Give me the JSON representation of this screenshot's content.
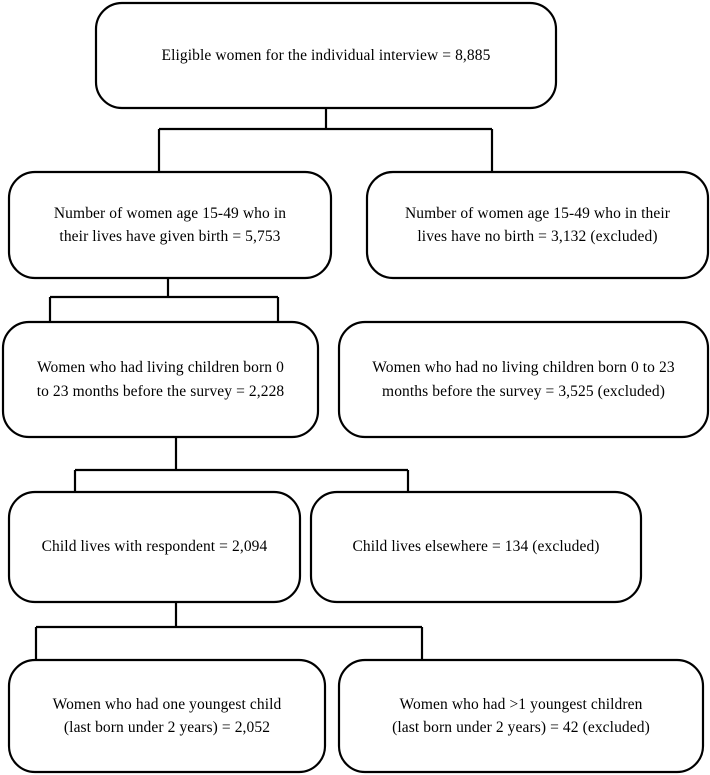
{
  "diagram": {
    "title": "Study participant selection flowchart",
    "type": "flowchart",
    "orientation": "top-to-bottom",
    "box_style": "rounded-rectangle",
    "stroke_color": "#000000",
    "fill_color": "#ffffff",
    "text_color": "#000000"
  },
  "nodes": {
    "eligible_women": {
      "label": "Eligible women for the individual interview = 8,885",
      "lines": [
        "Eligible women for the individual interview = 8,885"
      ],
      "value": 8885,
      "level": 1,
      "branch": "root",
      "excluded": false
    },
    "given_birth": {
      "label": "Number of women age 15-49 who in their lives have given birth = 5,753",
      "lines": [
        "Number of women age 15-49 who in",
        "their lives have given birth = 5,753"
      ],
      "value": 5753,
      "level": 2,
      "branch": "included",
      "excluded": false
    },
    "no_birth": {
      "label": "Number of women age 15-49 who in their lives have no birth = 3,132 (excluded)",
      "lines": [
        "Number of women age 15-49 who in their",
        "lives have no birth = 3,132 (excluded)"
      ],
      "value": 3132,
      "level": 2,
      "branch": "excluded",
      "excluded": true
    },
    "living_children": {
      "label": "Women who had living children born 0 to 23 months before the survey = 2,228",
      "lines": [
        "Women who had living children born 0",
        "to 23 months before the survey = 2,228"
      ],
      "value": 2228,
      "level": 3,
      "branch": "included",
      "excluded": false
    },
    "no_living_children": {
      "label": "Women who had no living children born 0 to 23 months before the survey = 3,525 (excluded)",
      "lines": [
        "Women who had no living children born 0 to 23",
        "months before the survey = 3,525 (excluded)"
      ],
      "value": 3525,
      "level": 3,
      "branch": "excluded",
      "excluded": true
    },
    "child_with_respondent": {
      "label": "Child lives with respondent = 2,094",
      "lines": [
        "Child lives with respondent = 2,094"
      ],
      "value": 2094,
      "level": 4,
      "branch": "included",
      "excluded": false
    },
    "child_elsewhere": {
      "label": "Child lives elsewhere = 134 (excluded)",
      "lines": [
        "Child lives elsewhere = 134 (excluded)"
      ],
      "value": 134,
      "level": 4,
      "branch": "excluded",
      "excluded": true
    },
    "one_youngest_child": {
      "label": "Women who had one youngest child (last born under 2 years) = 2,052",
      "lines": [
        "Women who had one youngest child",
        "(last born under 2 years) = 2,052"
      ],
      "value": 2052,
      "level": 5,
      "branch": "included",
      "excluded": false
    },
    "multiple_youngest_children": {
      "label": "Women who had >1 youngest children (last born under 2 years) = 42 (excluded)",
      "lines": [
        "Women who had >1 youngest children",
        "(last born under 2 years) = 42 (excluded)"
      ],
      "value": 42,
      "level": 5,
      "branch": "excluded",
      "excluded": true
    }
  },
  "edges": [
    {
      "from": "eligible_women",
      "to": "given_birth"
    },
    {
      "from": "eligible_women",
      "to": "no_birth"
    },
    {
      "from": "given_birth",
      "to": "living_children"
    },
    {
      "from": "given_birth",
      "to": "no_living_children"
    },
    {
      "from": "living_children",
      "to": "child_with_respondent"
    },
    {
      "from": "living_children",
      "to": "child_elsewhere"
    },
    {
      "from": "child_with_respondent",
      "to": "one_youngest_child"
    },
    {
      "from": "child_with_respondent",
      "to": "multiple_youngest_children"
    }
  ]
}
